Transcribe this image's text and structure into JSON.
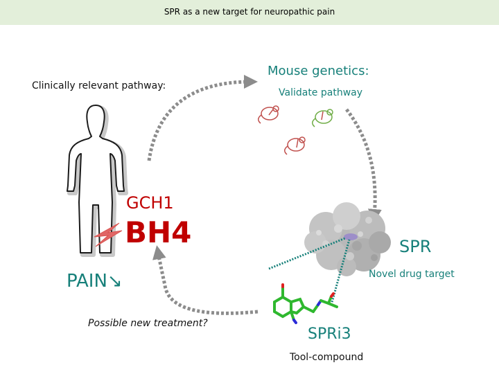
{
  "header": {
    "title": "SPR as a new target for neuropathic pain"
  },
  "labels": {
    "clinical": "Clinically relevant pathway:",
    "mouse_title": "Mouse genetics:",
    "mouse_sub": "Validate pathway",
    "gch1": "GCH1",
    "bh4": "BH4",
    "pain": "PAIN",
    "pain_arrow": "↘",
    "treatment": "Possible new treatment?",
    "spr": "SPR",
    "novel": "Novel drug target",
    "spri3": "SPRi3",
    "tool": "Tool-compound"
  },
  "colors": {
    "banner": "#e3efda",
    "accent_red": "#c00000",
    "teal": "#17807a",
    "arrow_gray": "#8c8c8c",
    "molecule_green": "#2fb82f",
    "protein_gray": "#b4b4b4",
    "mouse_red": "#c0504d",
    "mouse_green": "#70ad47"
  },
  "icons": [
    "human-figure-icon",
    "lightning-bolt-icon",
    "mouse-icon",
    "protein-surface-icon",
    "molecule-structure-icon"
  ]
}
